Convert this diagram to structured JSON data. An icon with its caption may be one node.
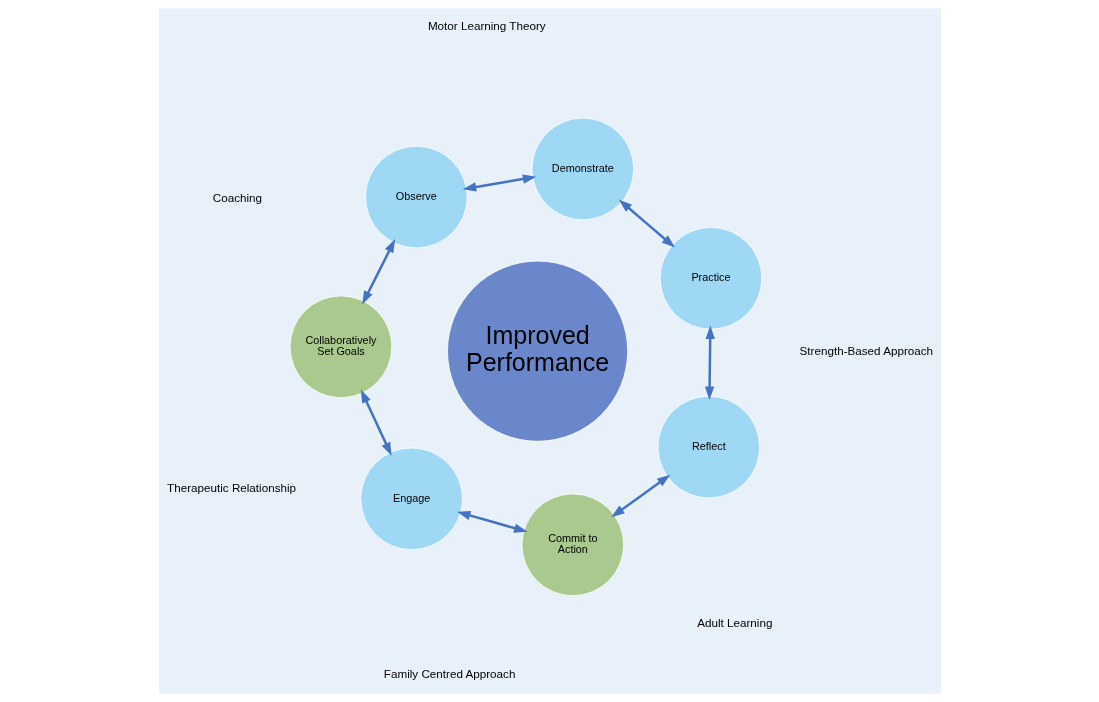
{
  "diagram": {
    "nodes": [
      {
        "text": [
          "Improved Performance"
        ]
      },
      {
        "text": [
          "Engage"
        ]
      },
      {
        "text": [
          "Collaboratively Set Goals"
        ]
      },
      {
        "text": [
          "Observe"
        ]
      },
      {
        "text": [
          "Demonstrate"
        ]
      },
      {
        "text": [
          "Practice"
        ]
      },
      {
        "text": [
          "Reflect"
        ]
      },
      {
        "text": [
          "Commit to Action"
        ]
      }
    ],
    "edges": [
      {
        "from": 1,
        "to": 2,
        "arrow": "both"
      },
      {
        "from": 2,
        "to": 3,
        "arrow": "both"
      },
      {
        "from": 3,
        "to": 4,
        "arrow": "both"
      },
      {
        "from": 4,
        "to": 5,
        "arrow": "both"
      },
      {
        "from": 5,
        "to": 6,
        "arrow": "both"
      },
      {
        "from": 6,
        "to": 7,
        "arrow": "both"
      },
      {
        "from": 7,
        "to": 1,
        "arrow": "both"
      }
    ],
    "labels": [
      "Family Centred Approach",
      "Therapeutic Relationship",
      "Adult Learning",
      "Coaching",
      "Strength-Based Approach",
      "Motor Learning Theory"
    ]
  }
}
